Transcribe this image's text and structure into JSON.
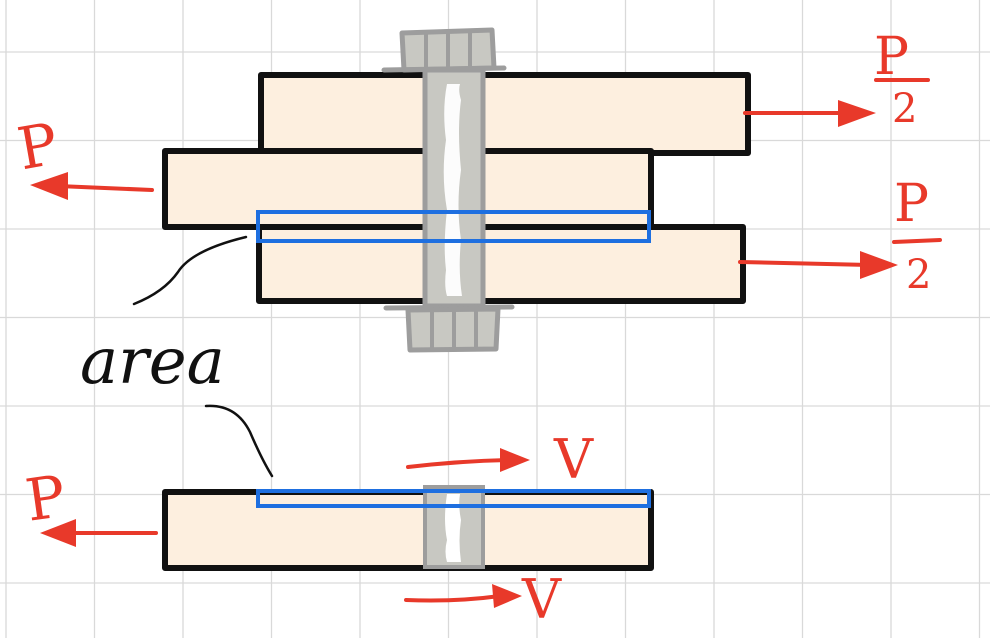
{
  "diagram": {
    "labels": {
      "area": "area",
      "P": "P",
      "P_half_num": "P",
      "P_half_den": "2",
      "V": "V"
    },
    "colors": {
      "grid": "#d9d9d9",
      "plate_fill": "#fdefdf",
      "outline": "#111111",
      "bolt_fill": "#c8c8c2",
      "bolt_stroke": "#9d9d9d",
      "force": "#e8392a",
      "shear_plane": "#1e6fe0",
      "annotation": "#111111"
    }
  }
}
